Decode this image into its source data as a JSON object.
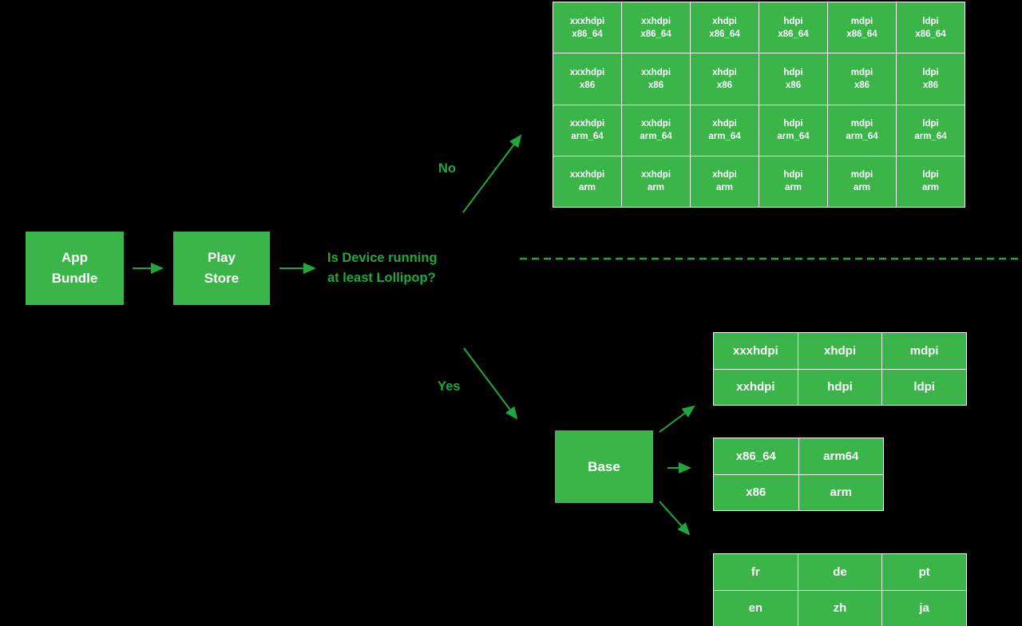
{
  "colors": {
    "node_fill": "#3bb54a",
    "accent": "#21a73d",
    "cell_border": "#f2f7f2",
    "node_text": "#ffffff"
  },
  "flow": {
    "app_bundle_label": "App\nBundle",
    "play_store_label": "Play\nStore",
    "question": "Is Device running\nat least Lollipop?",
    "no_label": "No",
    "yes_label": "Yes",
    "base_label": "Base"
  },
  "no_branch": {
    "apk_matrix": [
      [
        "xxxhdpi\nx86_64",
        "xxhdpi\nx86_64",
        "xhdpi\nx86_64",
        "hdpi\nx86_64",
        "mdpi\nx86_64",
        "ldpi\nx86_64"
      ],
      [
        "xxxhdpi\nx86",
        "xxhdpi\nx86",
        "xhdpi\nx86",
        "hdpi\nx86",
        "mdpi\nx86",
        "ldpi\nx86"
      ],
      [
        "xxxhdpi\narm_64",
        "xxhdpi\narm_64",
        "xhdpi\narm_64",
        "hdpi\narm_64",
        "mdpi\narm_64",
        "ldpi\narm_64"
      ],
      [
        "xxxhdpi\narm",
        "xxhdpi\narm",
        "xhdpi\narm",
        "hdpi\narm",
        "mdpi\narm",
        "ldpi\narm"
      ]
    ]
  },
  "yes_branch": {
    "density_table": [
      [
        "xxxhdpi",
        "xhdpi",
        "mdpi"
      ],
      [
        "xxhdpi",
        "hdpi",
        "ldpi"
      ]
    ],
    "abi_table": [
      [
        "x86_64",
        "arm64"
      ],
      [
        "x86",
        "arm"
      ]
    ],
    "language_table": [
      [
        "fr",
        "de",
        "pt"
      ],
      [
        "en",
        "zh",
        "ja"
      ]
    ]
  }
}
